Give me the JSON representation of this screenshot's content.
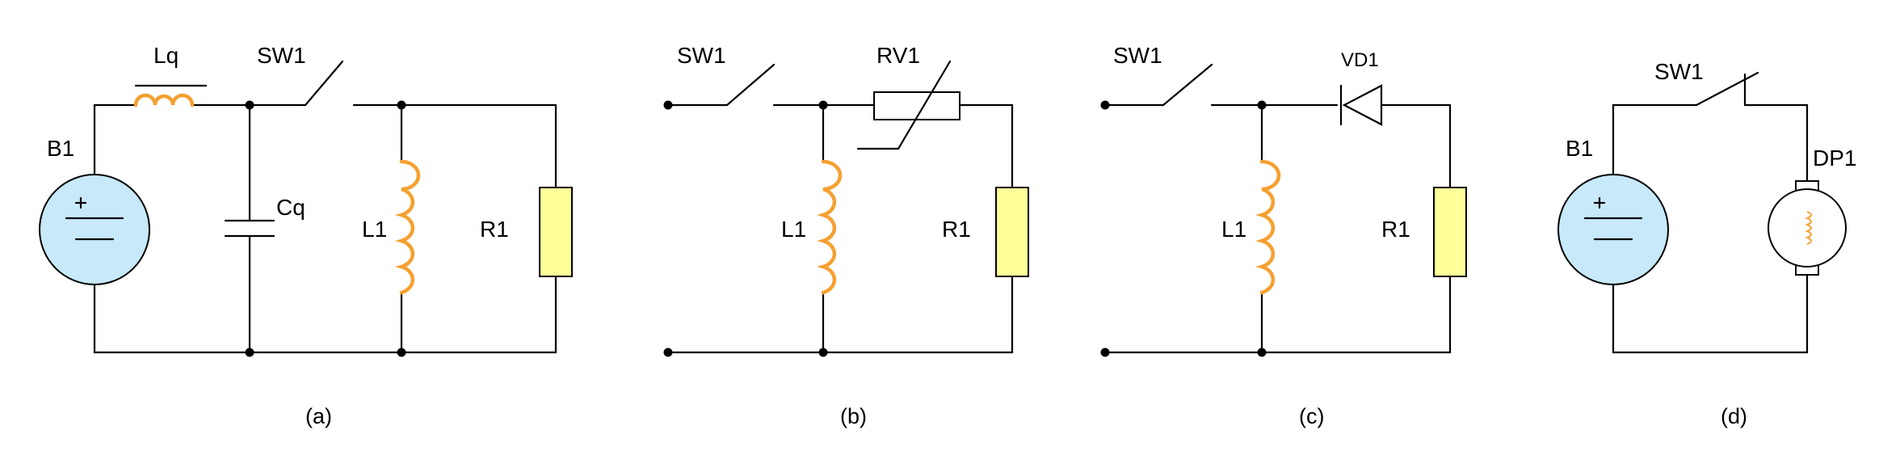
{
  "colors": {
    "wire": "#000000",
    "coil": "#f5a031",
    "resistor_fill": "#ffff99",
    "battery_fill": "#c7e9f9"
  },
  "circuits": [
    {
      "caption": "(a)",
      "labels": {
        "battery": "B1",
        "choke": "Lq",
        "switch": "SW1",
        "capacitor": "Cq",
        "inductor": "L1",
        "resistor": "R1"
      }
    },
    {
      "caption": "(b)",
      "labels": {
        "switch": "SW1",
        "varistor": "RV1",
        "inductor": "L1",
        "resistor": "R1"
      }
    },
    {
      "caption": "(c)",
      "labels": {
        "switch": "SW1",
        "diode": "VD1",
        "inductor": "L1",
        "resistor": "R1"
      }
    },
    {
      "caption": "(d)",
      "labels": {
        "switch": "SW1",
        "battery": "B1",
        "motor": "DP1"
      }
    }
  ],
  "icons": {
    "battery": "battery-icon",
    "inductor": "inductor-coil-icon",
    "resistor": "resistor-icon",
    "capacitor": "capacitor-icon",
    "switch": "switch-icon",
    "diode": "diode-icon",
    "varistor": "varistor-icon",
    "motor": "motor-icon"
  }
}
